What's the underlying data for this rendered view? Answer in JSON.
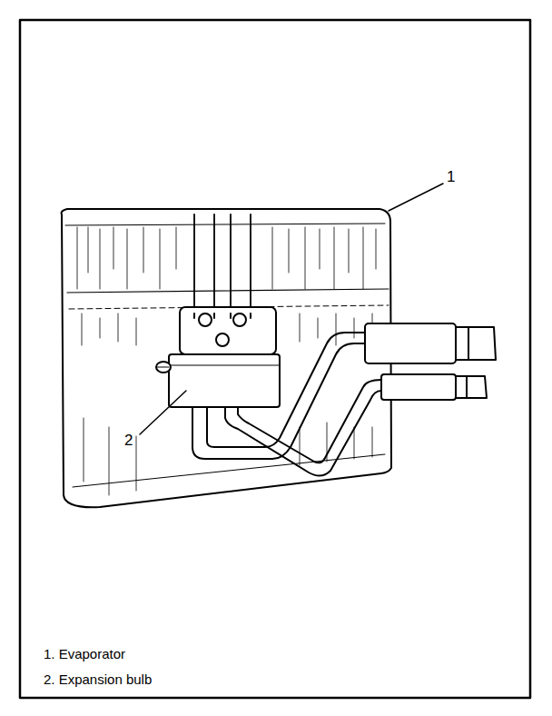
{
  "diagram": {
    "labels": [
      "1",
      "2",
      "1. Evaporator",
      "2. Expansion bulb"
    ]
  }
}
